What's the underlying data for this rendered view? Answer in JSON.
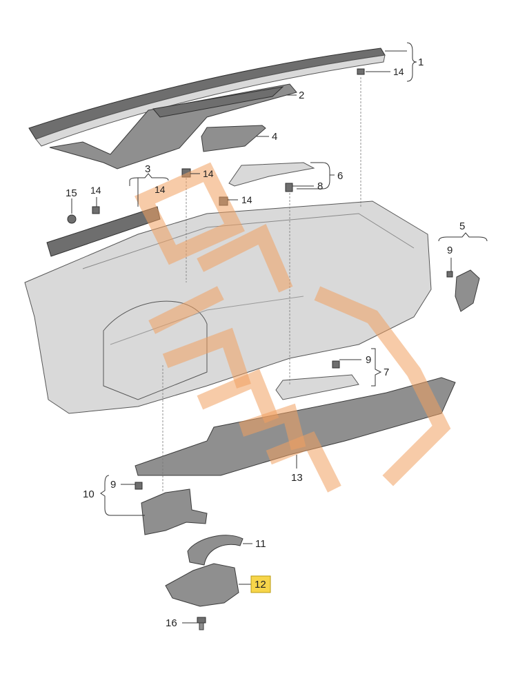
{
  "labels": {
    "p1": "1",
    "p2": "2",
    "p3": "3",
    "p4": "4",
    "p5": "5",
    "p6": "6",
    "p7": "7",
    "p8": "8",
    "p9a": "9",
    "p9b": "9",
    "p9c": "9",
    "p10": "10",
    "p11": "11",
    "p12": "12",
    "p13": "13",
    "p14a": "14",
    "p14b": "14",
    "p14c": "14",
    "p14d": "14",
    "p14e": "14",
    "p15": "15",
    "p16": "16"
  },
  "highlight_color": "#f7d54a",
  "watermark_color": "#f0a060"
}
